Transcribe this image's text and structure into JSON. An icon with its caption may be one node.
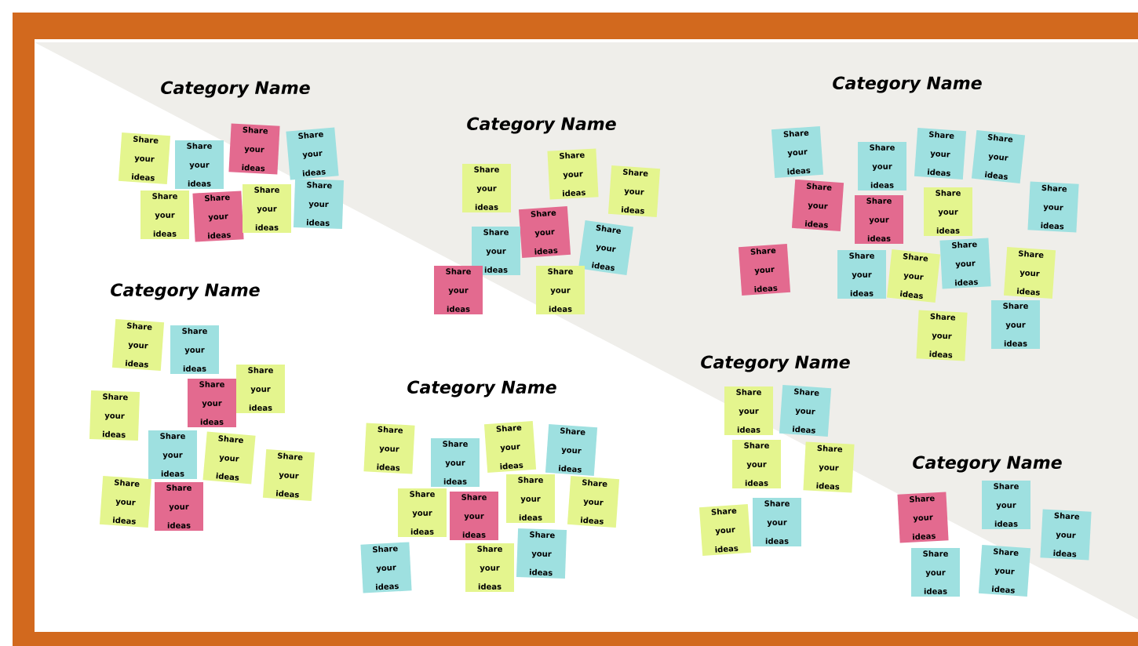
{
  "diagram": {
    "nodes": [
      {
        "text": [
          "Share your ideas"
        ]
      },
      {
        "text": [
          "Share your ideas"
        ]
      },
      {
        "text": [
          "Share your ideas"
        ]
      },
      {
        "text": [
          "Share your ideas"
        ]
      },
      {
        "text": [
          "Share your ideas"
        ]
      },
      {
        "text": [
          "Share your ideas"
        ]
      },
      {
        "text": [
          "Share your ideas"
        ]
      },
      {
        "text": [
          "Share your ideas"
        ]
      },
      {
        "text": [
          "Share your ideas"
        ]
      },
      {
        "text": [
          "Share your ideas"
        ]
      },
      {
        "text": [
          "Share your ideas"
        ]
      },
      {
        "text": [
          "Share your ideas"
        ]
      },
      {
        "text": [
          "Share your ideas"
        ]
      },
      {
        "text": [
          "Share your ideas"
        ]
      },
      {
        "text": [
          "Share your ideas"
        ]
      },
      {
        "text": [
          "Share your ideas"
        ]
      },
      {
        "text": [
          "Share your ideas"
        ]
      },
      {
        "text": [
          "Share your ideas"
        ]
      },
      {
        "text": [
          "Share your ideas"
        ]
      },
      {
        "text": [
          "Share your ideas"
        ]
      },
      {
        "text": [
          "Share your ideas"
        ]
      },
      {
        "text": [
          "Share your ideas"
        ]
      },
      {
        "text": [
          "Share your ideas"
        ]
      },
      {
        "text": [
          "Share your ideas"
        ]
      },
      {
        "text": [
          "Share your ideas"
        ]
      },
      {
        "text": [
          "Share your ideas"
        ]
      },
      {
        "text": [
          "Share your ideas"
        ]
      },
      {
        "text": [
          "Share your ideas"
        ]
      },
      {
        "text": [
          "Share your ideas"
        ]
      },
      {
        "text": [
          "Share your ideas"
        ]
      },
      {
        "text": [
          "Share your ideas"
        ]
      },
      {
        "text": [
          "Share your ideas"
        ]
      },
      {
        "text": [
          "Share your ideas"
        ]
      },
      {
        "text": [
          "Share your ideas"
        ]
      },
      {
        "text": [
          "Share your ideas"
        ]
      },
      {
        "text": [
          "Share your ideas"
        ]
      },
      {
        "text": [
          "Share your ideas"
        ]
      },
      {
        "text": [
          "Share your ideas"
        ]
      },
      {
        "text": [
          "Share your ideas"
        ]
      },
      {
        "text": [
          "Share your ideas"
        ]
      },
      {
        "text": [
          "Share your ideas"
        ]
      },
      {
        "text": [
          "Share your ideas"
        ]
      },
      {
        "text": [
          "Share your ideas"
        ]
      },
      {
        "text": [
          "Share your ideas"
        ]
      },
      {
        "text": [
          "Share your ideas"
        ]
      },
      {
        "text": [
          "Share your ideas"
        ]
      },
      {
        "text": [
          "Share your ideas"
        ]
      },
      {
        "text": [
          "Share your ideas"
        ]
      },
      {
        "text": [
          "Share your ideas"
        ]
      },
      {
        "text": [
          "Share your ideas"
        ]
      },
      {
        "text": [
          "Share your ideas"
        ]
      },
      {
        "text": [
          "Share your ideas"
        ]
      },
      {
        "text": [
          "Share your ideas"
        ]
      },
      {
        "text": [
          "Share your ideas"
        ]
      },
      {
        "text": [
          "Share your ideas"
        ]
      },
      {
        "text": [
          "Share your ideas"
        ]
      },
      {
        "text": [
          "Share your ideas"
        ]
      },
      {
        "text": [
          "Share your ideas"
        ]
      },
      {
        "text": [
          "Share your ideas"
        ]
      },
      {
        "text": [
          "Share your ideas"
        ]
      },
      {
        "text": [
          "Share your ideas"
        ]
      },
      {
        "text": [
          "Share your ideas"
        ]
      },
      {
        "text": [
          "Share your ideas"
        ]
      }
    ],
    "labels": [
      "Category Name",
      "Category Name",
      "Category Name",
      "Category Name",
      "Category Name",
      "Category Name",
      "Category Name"
    ]
  }
}
